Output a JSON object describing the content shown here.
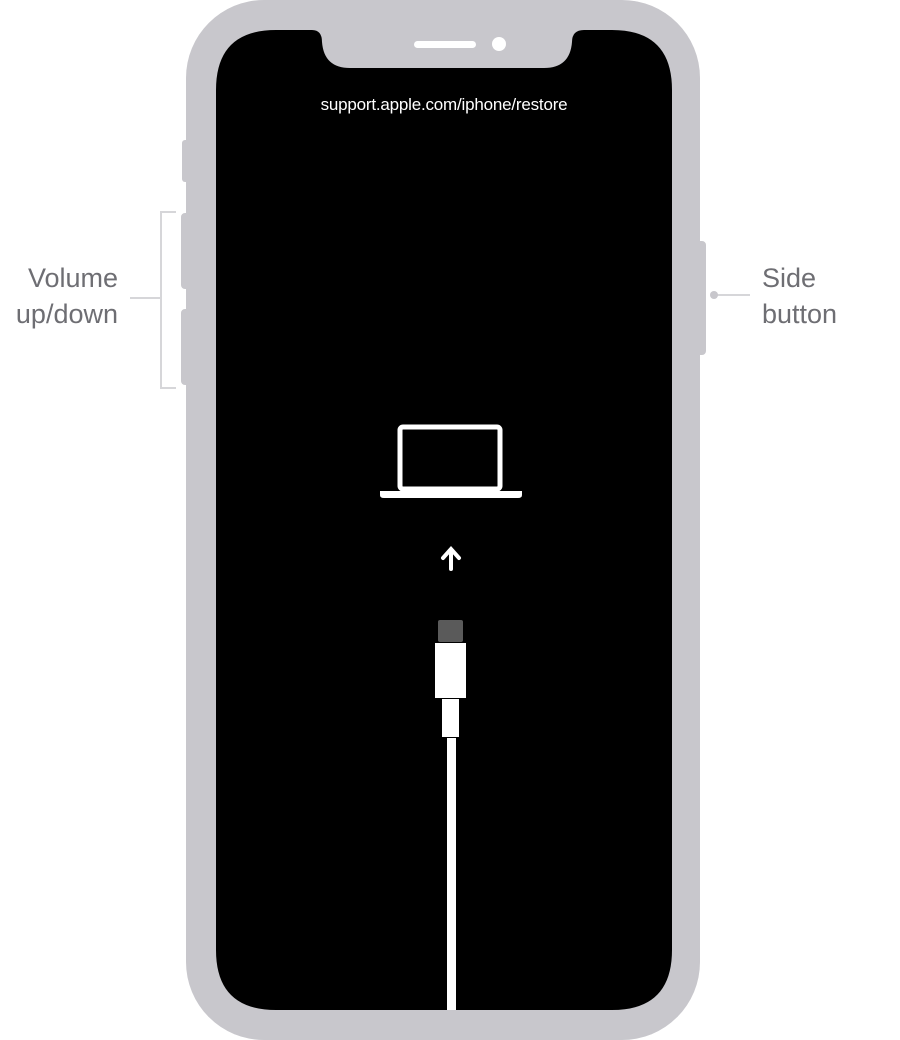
{
  "screen": {
    "url_text": "support.apple.com/iphone/restore"
  },
  "labels": {
    "volume_line1": "Volume",
    "volume_line2": "up/down",
    "side_line1": "Side",
    "side_line2": "button"
  },
  "colors": {
    "frame": "#c8c7cc",
    "screen": "#000000",
    "label": "#6e6e73",
    "connector_tip": "#5a5a5a"
  }
}
